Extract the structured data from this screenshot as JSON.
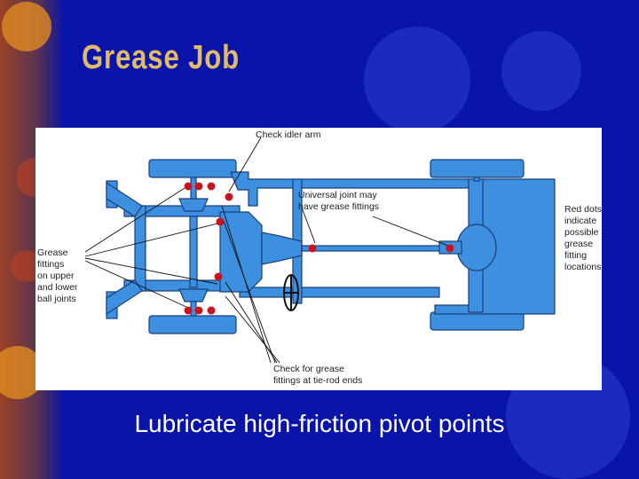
{
  "slide": {
    "title": "Grease Job",
    "caption": "Lubricate high-friction pivot points"
  },
  "diagram": {
    "labels": {
      "idler_arm": "Check idler arm",
      "universal_joint": [
        "Universal joint may",
        "have grease fittings"
      ],
      "ball_joints": [
        "Grease",
        "fittings",
        "on upper",
        "and lower",
        "ball joints"
      ],
      "red_dots": [
        "Red dots",
        "indicate",
        "possible",
        "grease",
        "fitting",
        "locations"
      ],
      "tie_rod": [
        "Check for grease",
        "fittings at tie-rod ends"
      ]
    }
  },
  "colors": {
    "background": "#0a14a8",
    "title": "#e0bb6a",
    "frame": "#3d8fe0",
    "fitting_dot": "#c8141e"
  }
}
